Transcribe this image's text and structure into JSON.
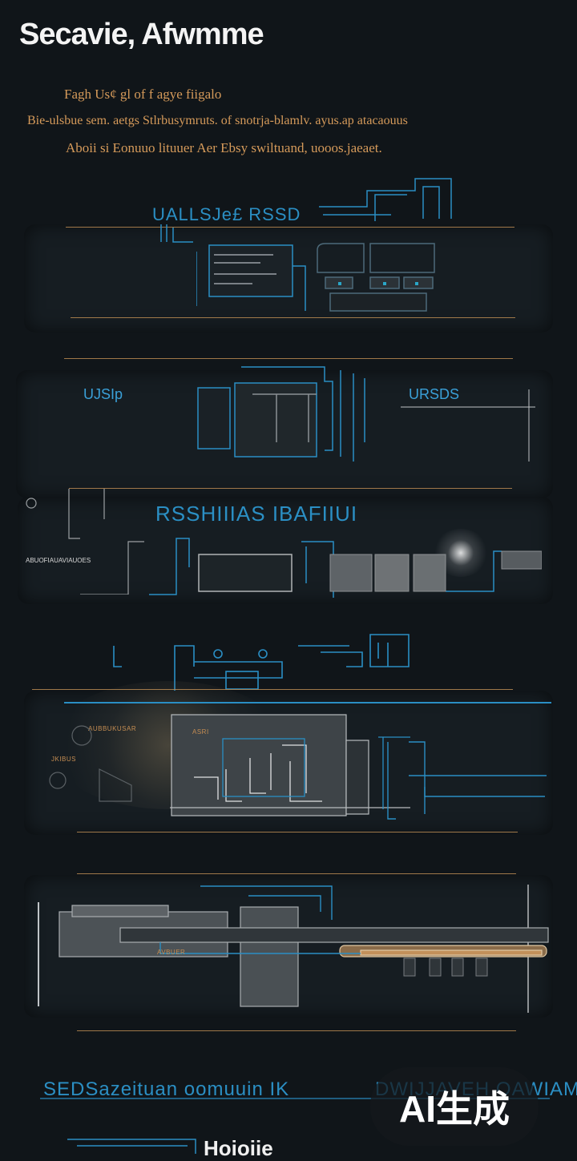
{
  "page": {
    "title": "Secavie, Afwmme",
    "intro_lines": [
      "Fagh Us¢ gl of f agye  fiigalo",
      "Bie-ulsbue sem. aetgs Stlrbusymruts. of snotrja-blamlv. ayus.ap atacaouus",
      "Aboii  si Eonuuo lituuer  Aer Ebsy  swiltuand, uooos.jaeaet."
    ]
  },
  "sections": [
    {
      "label": "UALLSJe£  RSSD",
      "caption": ""
    },
    {
      "label": "UJSIp",
      "label_right": "URSDS"
    },
    {
      "label": "RSSHIIIAS  IBAFIIUI",
      "caption": "ABUOFIAUAVIAUOES"
    },
    {
      "label": "",
      "caption": "AUBBUKUSAR",
      "caption2": "JKIBUS",
      "inner": "ASRI"
    },
    {
      "label": "",
      "inner": "AVBUER"
    },
    {
      "label": "SEDSazeituan oomuuin IK",
      "label_right": "DWIJJAVEH OAWIAM"
    },
    {
      "label": "Hoioiie"
    }
  ],
  "watermark": {
    "text": "AI生成"
  },
  "colors": {
    "background": "#101519",
    "accent_cyan": "#2a8ec4",
    "accent_amber": "#d59a5a",
    "panel": "#161d22"
  }
}
